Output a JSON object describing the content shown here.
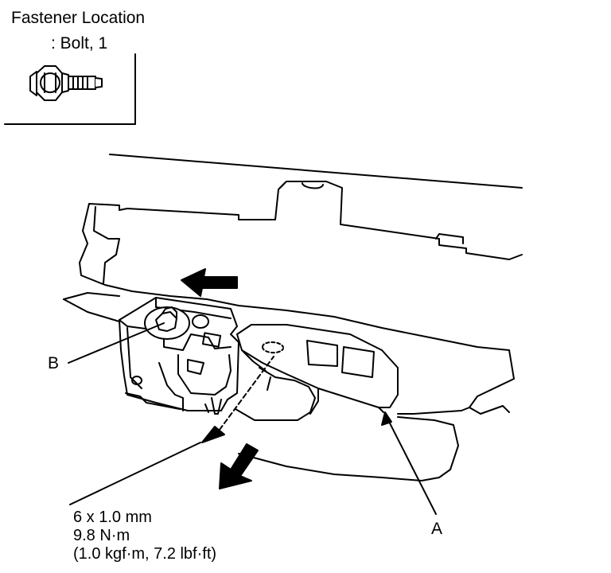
{
  "fastener_box": {
    "title": "Fastener Location",
    "subtitle": ": Bolt, 1",
    "icon": "flange-bolt-icon"
  },
  "callouts": {
    "a": "A",
    "b": "B"
  },
  "torque_spec": {
    "size": "6 x 1.0 mm",
    "torque_nm": "9.8 N·m",
    "torque_alt": "(1.0 kgf·m, 7.2 lbf·ft)"
  }
}
